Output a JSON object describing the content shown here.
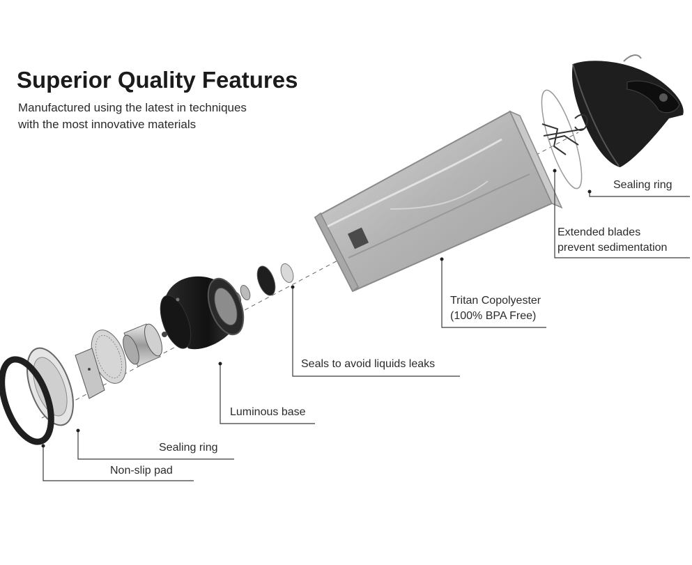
{
  "header": {
    "title": "Superior Quality Features",
    "subtitle_line1": "Manufactured using the latest in techniques",
    "subtitle_line2": "with the most innovative materials"
  },
  "labels": {
    "sealing_ring_top": "Sealing ring",
    "extended_blades_line1": "Extended blades",
    "extended_blades_line2": "prevent sedimentation",
    "tritan_line1": "Tritan Copolyester",
    "tritan_line2": "(100% BPA Free)",
    "seals": "Seals to avoid liquids leaks",
    "luminous_base": "Luminous base",
    "sealing_ring_bottom": "Sealing ring",
    "non_slip_pad": "Non-slip pad"
  },
  "colors": {
    "line": "#3a3a3a",
    "cup_fill": "#bdbdbd",
    "cup_edge": "#8a8a8a",
    "dark_part": "#1c1c1c",
    "metal": "#cfcfcf"
  }
}
